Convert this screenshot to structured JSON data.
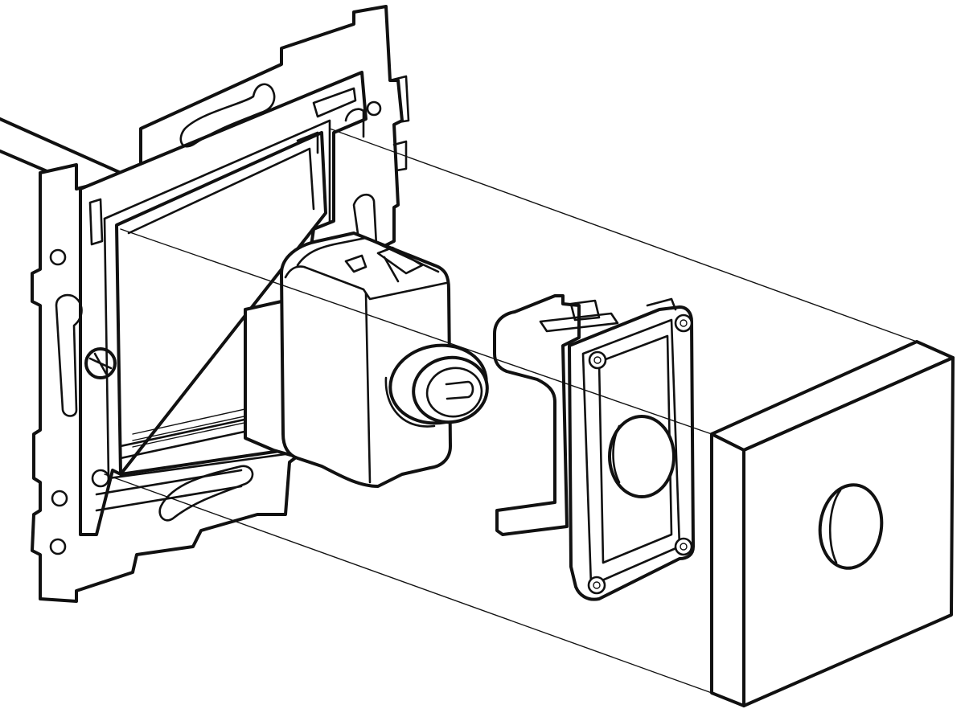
{
  "diagram": {
    "kind": "exploded-assembly",
    "style": "black line art on white",
    "colors": {
      "stroke": "#111111",
      "background": "#ffffff"
    },
    "parts": [
      "mounting-frame",
      "cable",
      "coax-socket-insert",
      "insert-housing",
      "cover-plate"
    ]
  }
}
